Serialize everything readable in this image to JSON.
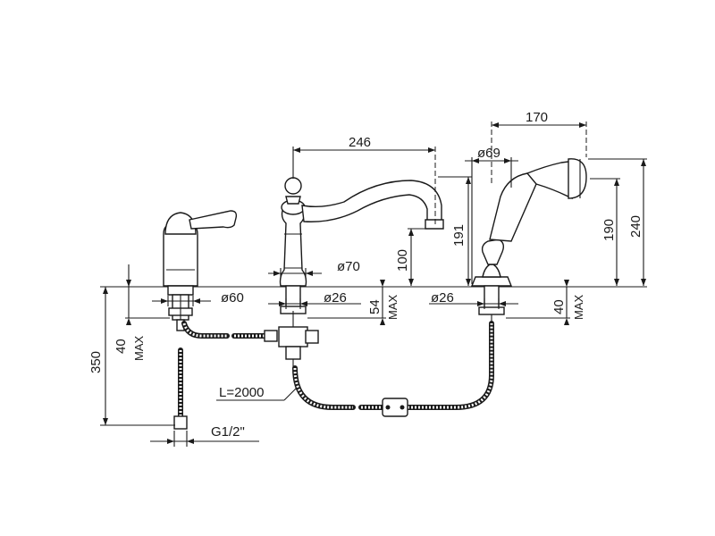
{
  "dimensions": {
    "spout_reach": "246",
    "shower_reach": "170",
    "shower_base_dia": "ø69",
    "spout_height": "191",
    "shower_height_190": "190",
    "shower_height_240": "240",
    "spout_outlet_height": "100",
    "spout_base_dia": "ø70",
    "mixer_base_dia": "ø60",
    "spout_shank_dia": "ø26",
    "shower_shank_dia": "ø26",
    "spout_deck_thickness": "54",
    "spout_deck_max": "MAX",
    "shower_deck_thickness": "40",
    "shower_deck_max": "MAX",
    "mixer_overall": "350",
    "mixer_deck_thickness": "40",
    "mixer_deck_max": "MAX",
    "hose_length": "L=2000",
    "connection_thread": "G1/2\""
  }
}
